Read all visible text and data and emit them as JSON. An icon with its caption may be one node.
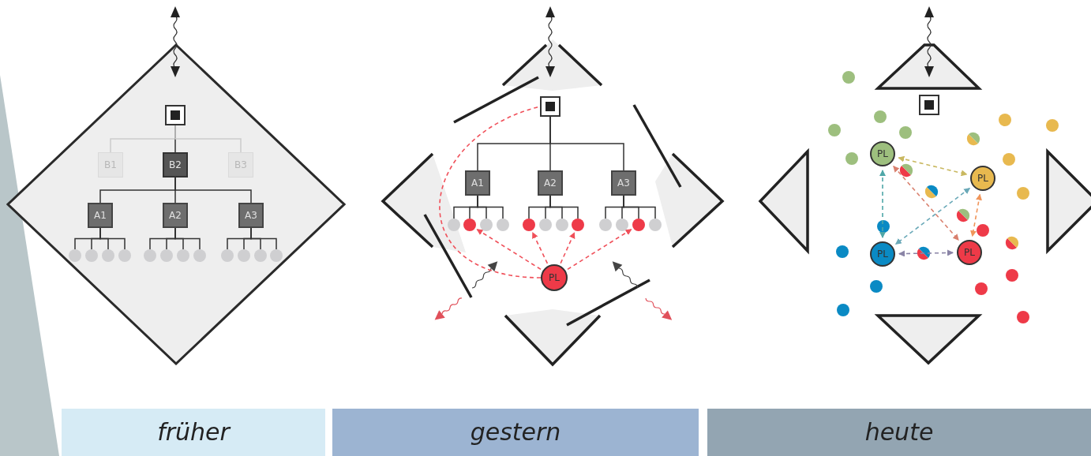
{
  "diagram": {
    "nodes": [
      {
        "text": [],
        "shape": "diamond"
      },
      {
        "text": [],
        "shape": "box",
        "in": 0
      },
      {
        "text": [
          "B1"
        ],
        "in": 0
      },
      {
        "text": [
          "B2"
        ],
        "in": 0
      },
      {
        "text": [
          "B3"
        ],
        "in": 0
      },
      {
        "text": [
          "A1"
        ],
        "in": 0
      },
      {
        "text": [
          "A2"
        ],
        "in": 0
      },
      {
        "text": [
          "A3"
        ],
        "in": 0
      },
      {
        "text": [],
        "shape": "circle",
        "in": 0
      },
      {
        "text": [],
        "shape": "circle",
        "in": 0
      },
      {
        "text": [],
        "shape": "circle",
        "in": 0
      },
      {
        "text": [],
        "shape": "circle",
        "in": 0
      },
      {
        "text": [],
        "shape": "circle",
        "in": 0
      },
      {
        "text": [],
        "shape": "circle",
        "in": 0
      },
      {
        "text": [],
        "shape": "circle",
        "in": 0
      },
      {
        "text": [],
        "shape": "circle",
        "in": 0
      },
      {
        "text": [],
        "shape": "circle",
        "in": 0
      },
      {
        "text": [],
        "shape": "circle",
        "in": 0
      },
      {
        "text": [],
        "shape": "circle",
        "in": 0
      },
      {
        "text": [],
        "shape": "circle",
        "in": 0
      },
      {
        "text": [],
        "shape": "box"
      },
      {
        "text": [
          "A1"
        ]
      },
      {
        "text": [
          "A2"
        ]
      },
      {
        "text": [
          "A3"
        ]
      },
      {
        "text": [],
        "shape": "circle"
      },
      {
        "text": [],
        "shape": "circle"
      },
      {
        "text": [],
        "shape": "circle"
      },
      {
        "text": [],
        "shape": "circle"
      },
      {
        "text": [],
        "shape": "circle"
      },
      {
        "text": [],
        "shape": "circle"
      },
      {
        "text": [],
        "shape": "circle"
      },
      {
        "text": [],
        "shape": "circle"
      },
      {
        "text": [],
        "shape": "circle"
      },
      {
        "text": [],
        "shape": "circle"
      },
      {
        "text": [],
        "shape": "circle"
      },
      {
        "text": [],
        "shape": "circle"
      },
      {
        "text": [
          "PL"
        ]
      },
      {
        "text": [],
        "shape": "box"
      },
      {
        "text": [
          "PL"
        ]
      },
      {
        "text": [
          "PL"
        ]
      },
      {
        "text": [
          "PL"
        ]
      },
      {
        "text": [
          "PL"
        ]
      },
      {
        "text": [
          "früher"
        ]
      },
      {
        "text": [
          "gestern"
        ]
      },
      {
        "text": [
          "heute"
        ]
      },
      {
        "text": [],
        "shape": "band"
      }
    ],
    "edges": [
      {
        "from": 1,
        "to": 2,
        "arrow": "none",
        "color": "#cccccc"
      },
      {
        "from": 1,
        "to": 3,
        "arrow": "none"
      },
      {
        "from": 1,
        "to": 4,
        "arrow": "none",
        "color": "#cccccc"
      },
      {
        "from": 3,
        "to": 5,
        "arrow": "none"
      },
      {
        "from": 3,
        "to": 6,
        "arrow": "none"
      },
      {
        "from": 3,
        "to": 7,
        "arrow": "none"
      },
      {
        "from": 5,
        "to": 8,
        "arrow": "none"
      },
      {
        "from": 5,
        "to": 9,
        "arrow": "none"
      },
      {
        "from": 5,
        "to": 10,
        "arrow": "none"
      },
      {
        "from": 5,
        "to": 11,
        "arrow": "none"
      },
      {
        "from": 6,
        "to": 12,
        "arrow": "none"
      },
      {
        "from": 6,
        "to": 13,
        "arrow": "none"
      },
      {
        "from": 6,
        "to": 14,
        "arrow": "none"
      },
      {
        "from": 6,
        "to": 15,
        "arrow": "none"
      },
      {
        "from": 7,
        "to": 16,
        "arrow": "none"
      },
      {
        "from": 7,
        "to": 17,
        "arrow": "none"
      },
      {
        "from": 7,
        "to": 18,
        "arrow": "none"
      },
      {
        "from": 7,
        "to": 19,
        "arrow": "none"
      },
      {
        "from": 20,
        "to": 21,
        "arrow": "none"
      },
      {
        "from": 20,
        "to": 22,
        "arrow": "none"
      },
      {
        "from": 20,
        "to": 23,
        "arrow": "none"
      },
      {
        "from": 21,
        "to": 24,
        "arrow": "none"
      },
      {
        "from": 21,
        "to": 25,
        "arrow": "none"
      },
      {
        "from": 21,
        "to": 26,
        "arrow": "none"
      },
      {
        "from": 21,
        "to": 27,
        "arrow": "none"
      },
      {
        "from": 22,
        "to": 28,
        "arrow": "none"
      },
      {
        "from": 22,
        "to": 29,
        "arrow": "none"
      },
      {
        "from": 22,
        "to": 30,
        "arrow": "none"
      },
      {
        "from": 22,
        "to": 31,
        "arrow": "none"
      },
      {
        "from": 23,
        "to": 32,
        "arrow": "none"
      },
      {
        "from": 23,
        "to": 33,
        "arrow": "none"
      },
      {
        "from": 23,
        "to": 34,
        "arrow": "none"
      },
      {
        "from": 23,
        "to": 35,
        "arrow": "none"
      },
      {
        "from": 36,
        "to": 25,
        "arrow": "to",
        "style": "dashed",
        "color": "#f0505a"
      },
      {
        "from": 36,
        "to": 28,
        "arrow": "to",
        "style": "dashed",
        "color": "#f0505a"
      },
      {
        "from": 36,
        "to": 31,
        "arrow": "to",
        "style": "dashed",
        "color": "#f0505a"
      },
      {
        "from": 36,
        "to": 34,
        "arrow": "to",
        "style": "dashed",
        "color": "#f0505a"
      },
      {
        "from": 36,
        "to": 20,
        "arrow": "none",
        "style": "dashed",
        "color": "#f0505a"
      },
      {
        "from": 38,
        "to": 39,
        "arrow": "both",
        "style": "dashed",
        "color": "#c9b860"
      },
      {
        "from": 38,
        "to": 40,
        "arrow": "both",
        "style": "dashed",
        "color": "#4fa7a8"
      },
      {
        "from": 38,
        "to": 41,
        "arrow": "both",
        "style": "dashed",
        "color": "#d9806e"
      },
      {
        "from": 39,
        "to": 40,
        "arrow": "both",
        "style": "dashed",
        "color": "#6aa9b8"
      },
      {
        "from": 39,
        "to": 41,
        "arrow": "both",
        "style": "dashed",
        "color": "#f0955a"
      },
      {
        "from": 40,
        "to": 41,
        "arrow": "both",
        "style": "dashed",
        "color": "#8a84a6"
      }
    ]
  }
}
